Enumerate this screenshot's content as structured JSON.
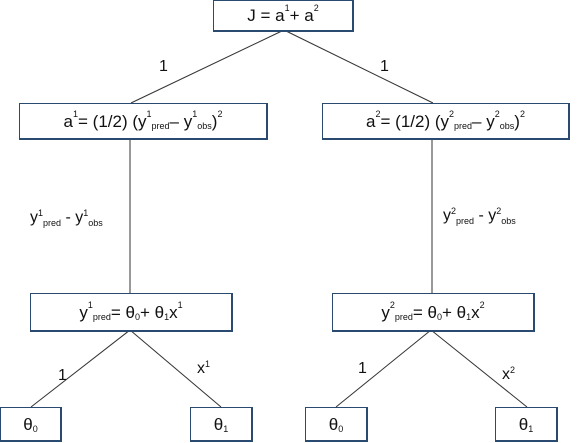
{
  "nodes": {
    "root": {
      "base": "J = a",
      "s1": "1",
      "mid": " + a",
      "s2": "2"
    },
    "a1": {
      "t1": "a",
      "s1": "1",
      "t2": " = (1/2) (y",
      "s2": "1",
      "u2": "pred",
      "t3": " – y",
      "s3": "1",
      "u3": "obs",
      "t4": ")",
      "s4": "2"
    },
    "a2": {
      "t1": "a",
      "s1": "2",
      "t2": " = (1/2) (y",
      "s2": "2",
      "u2": "pred",
      "t3": " – y",
      "s3": "2",
      "u3": "obs",
      "t4": ")",
      "s4": "2"
    },
    "y1": {
      "t1": "y",
      "s1": "1",
      "u1": "pred",
      "t2": " = θ",
      "u2": "0",
      "t3": " + θ",
      "u3": "1",
      "t4": "x",
      "s4": "1"
    },
    "y2": {
      "t1": "y",
      "s1": "2",
      "u1": "pred",
      "t2": " = θ",
      "u2": "0",
      "t3": " + θ",
      "u3": "1",
      "t4": "x",
      "s4": "2"
    },
    "th0_left": {
      "t": "θ",
      "u": "0"
    },
    "th1_left": {
      "t": "θ",
      "u": "1"
    },
    "th0_right": {
      "t": "θ",
      "u": "0"
    },
    "th1_right": {
      "t": "θ",
      "u": "1"
    }
  },
  "edges": {
    "root_a1": "1",
    "root_a2": "1",
    "a1_y1": {
      "t1": "y",
      "s1": "1",
      "u1": "pred",
      "t2": " - y",
      "s2": "1",
      "u2": "obs"
    },
    "a2_y2": {
      "t1": "y",
      "s1": "2",
      "u1": "pred",
      "t2": " - y",
      "s2": "2",
      "u2": "obs"
    },
    "y1_th0": "1",
    "y1_th1": {
      "t": "x",
      "s": "1"
    },
    "y2_th0": "1",
    "y2_th1": {
      "t": "x",
      "s": "2"
    }
  },
  "colors": {
    "box_border": "#2b4a6f",
    "line": "#333333",
    "text": "#111111"
  }
}
